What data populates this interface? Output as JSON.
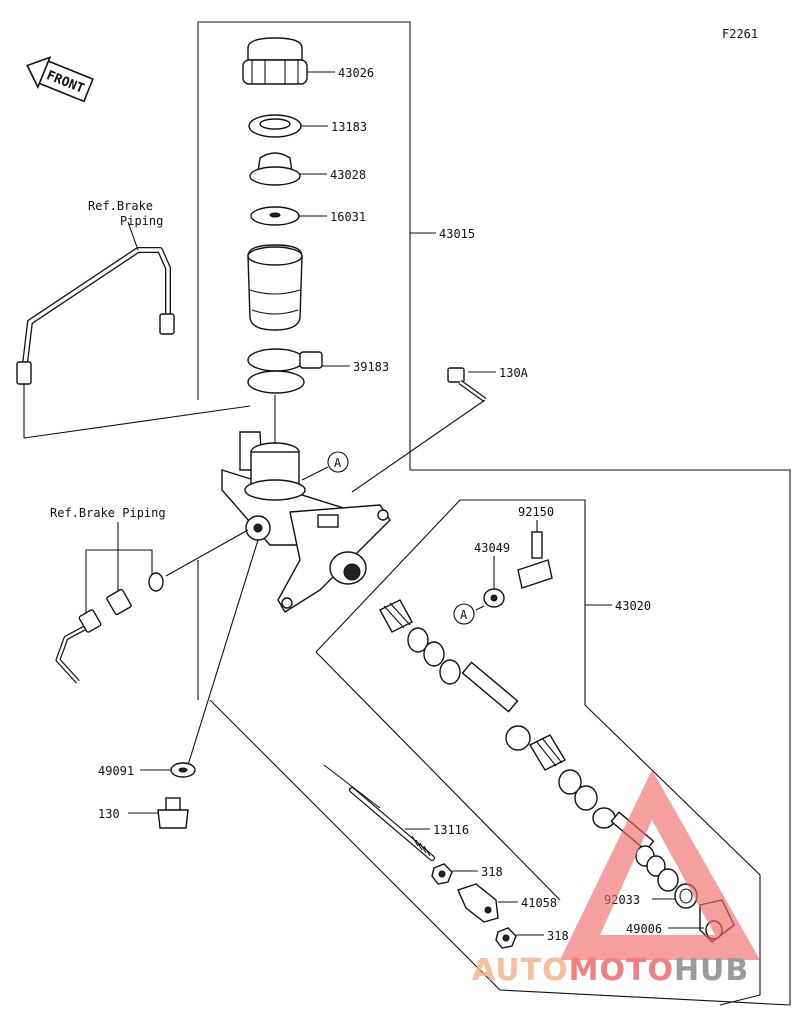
{
  "diagram_code": "F2261",
  "front_label": "FRONT",
  "refs": {
    "brake_piping_top_line1": "Ref.Brake",
    "brake_piping_top_line2": "Piping",
    "brake_piping_left": "Ref.Brake Piping"
  },
  "callout_letter": "A",
  "parts": {
    "p43026": "43026",
    "p13183": "13183",
    "p43028": "43028",
    "p16031": "16031",
    "p43015": "43015",
    "p39183": "39183",
    "p130A": "130A",
    "p92150": "92150",
    "p43049": "43049",
    "p43020": "43020",
    "p49091": "49091",
    "p130": "130",
    "p13116": "13116",
    "p318a": "318",
    "p41058": "41058",
    "p318b": "318",
    "p92033": "92033",
    "p49006": "49006"
  },
  "watermark": {
    "part1": "AUTO",
    "part2": "MOTO",
    "part3": "HUB",
    "color_red": "#f06a6a",
    "color_orange": "#f5b38a",
    "color_gray": "#8a8a8a"
  }
}
